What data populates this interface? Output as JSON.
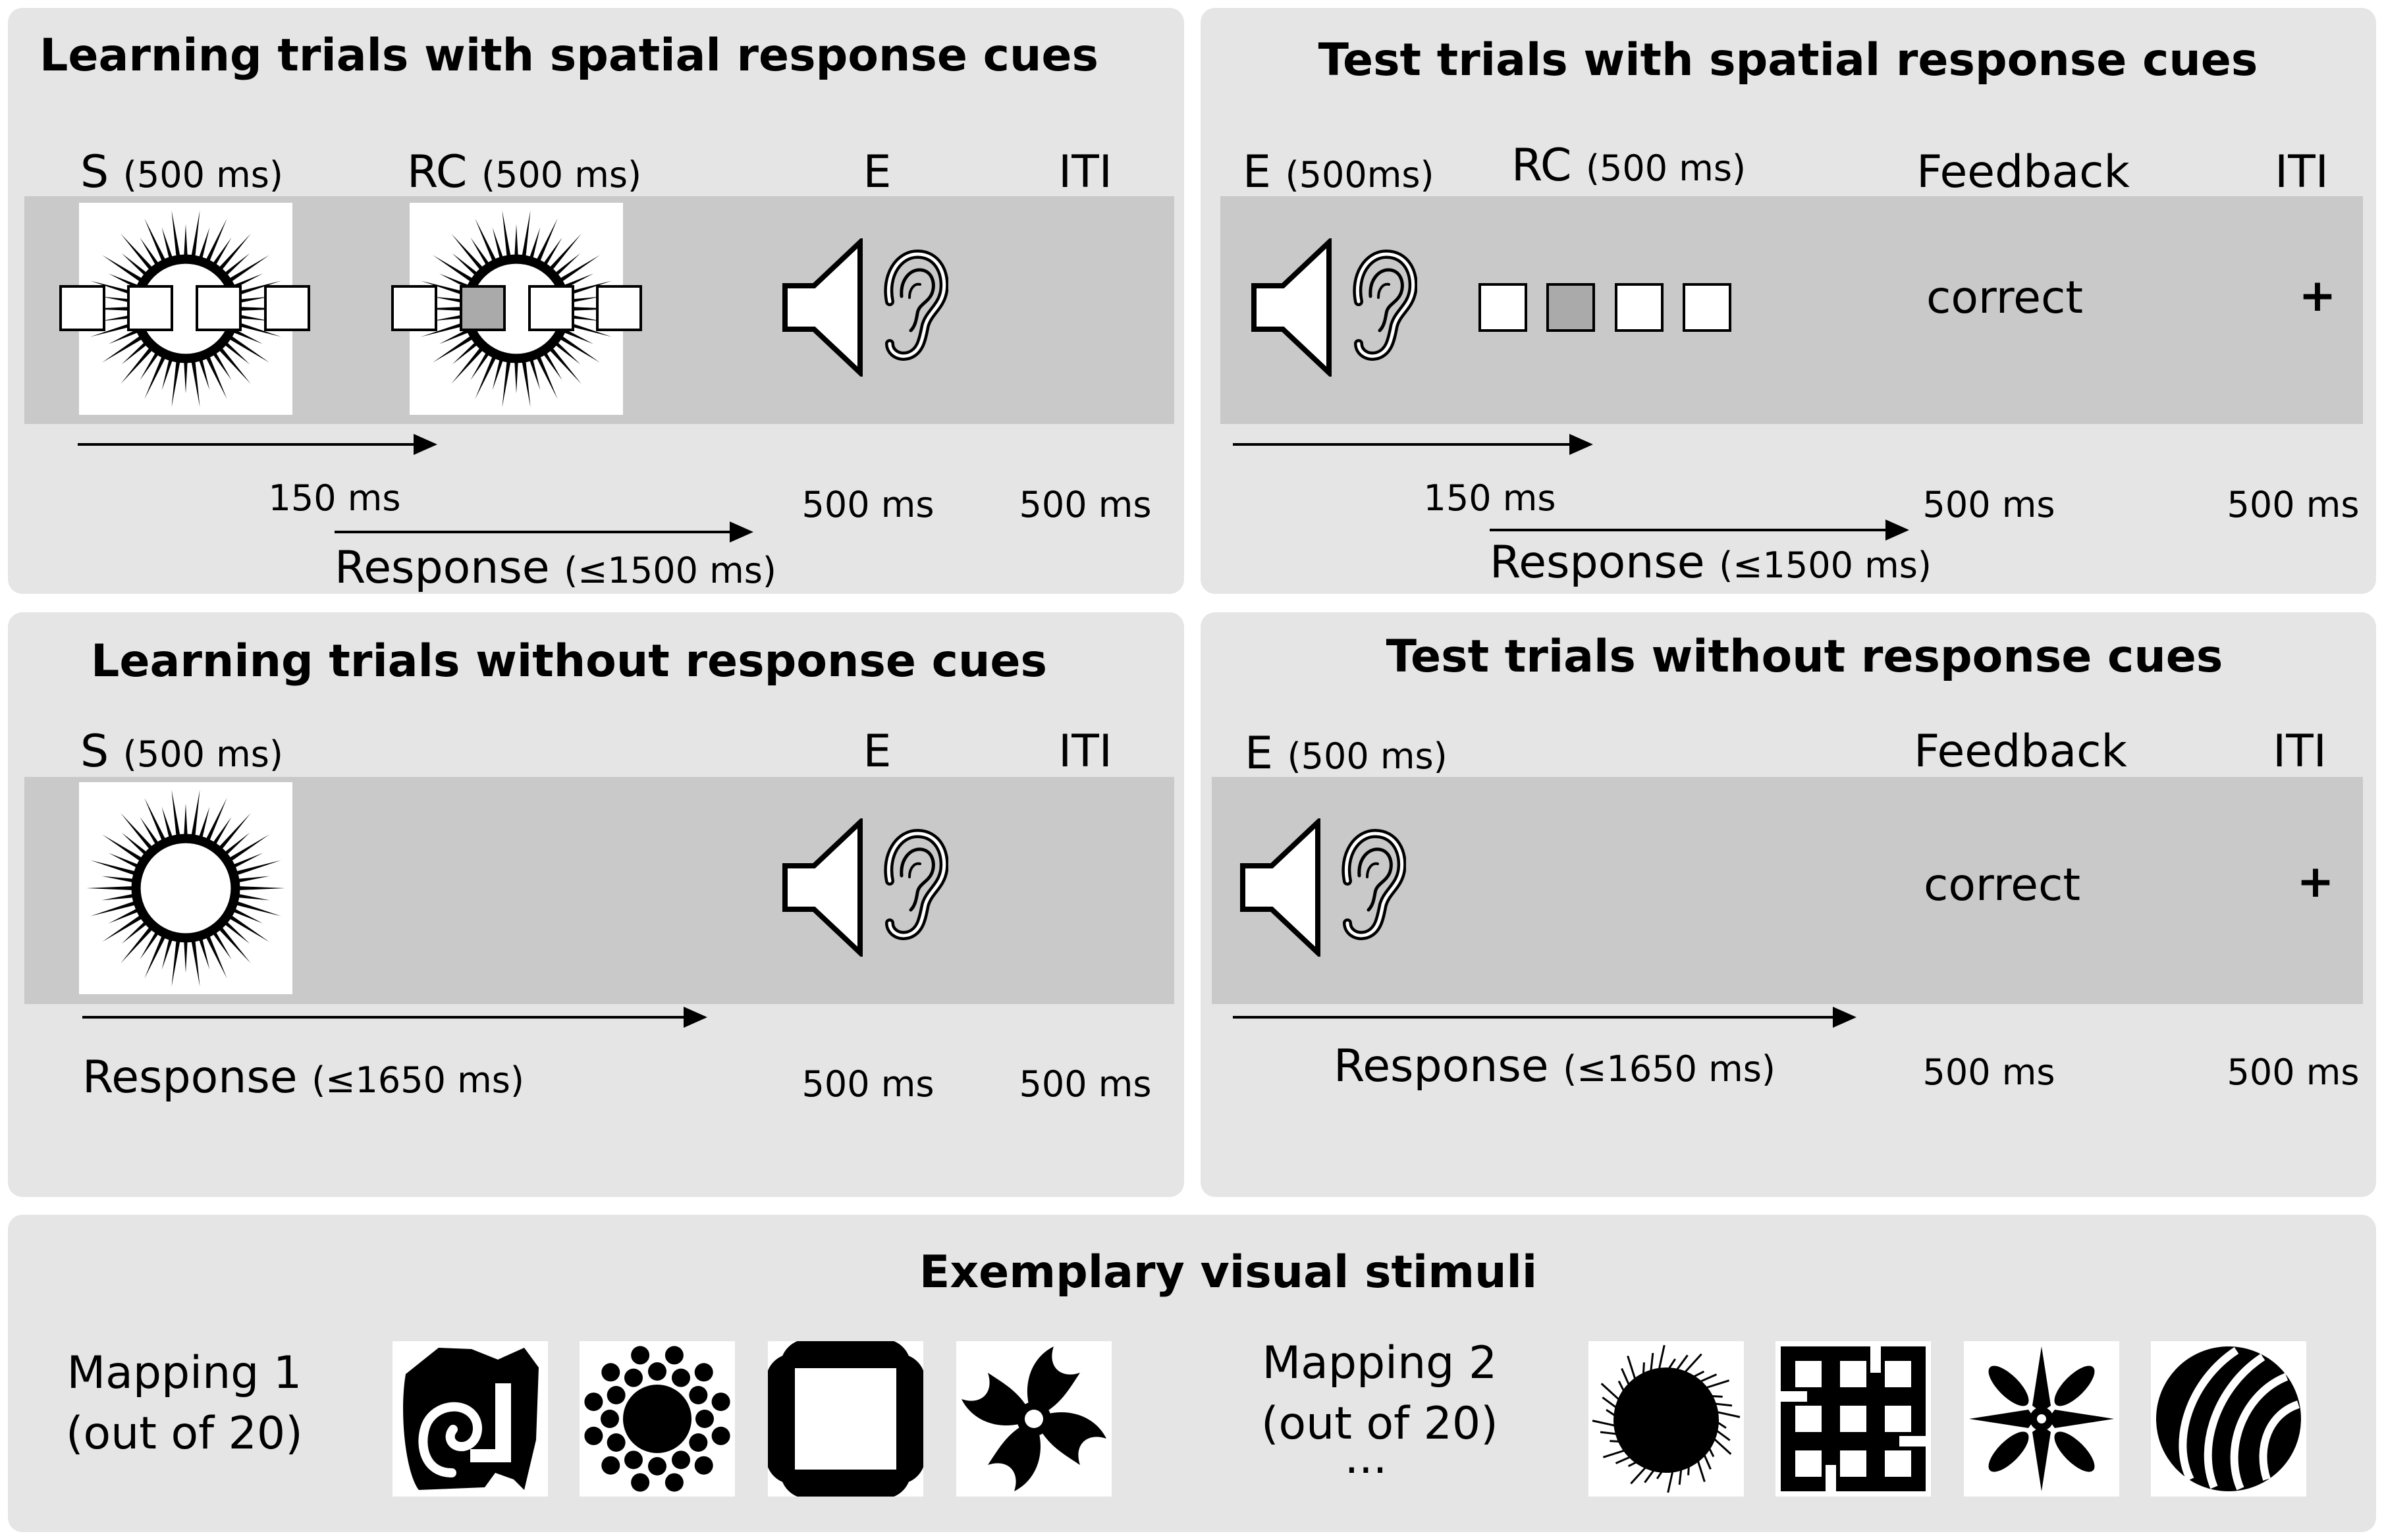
{
  "panels": {
    "learn_cue": {
      "title": "Learning trials with spatial response cues",
      "s_label": "S",
      "s_dur": "(500 ms)",
      "rc_label": "RC",
      "rc_dur": "(500 ms)",
      "e_label": "E",
      "iti_label": "ITI",
      "soa": "150 ms",
      "response_label": "Response",
      "response_dur": "(≤1500 ms)",
      "e_time": "500 ms",
      "iti_time": "500 ms"
    },
    "test_cue": {
      "title": "Test trials with spatial response cues",
      "e_label": "E",
      "e_dur": "(500ms)",
      "rc_label": "RC",
      "rc_dur": "(500 ms)",
      "feedback_label": "Feedback",
      "iti_label": "ITI",
      "feedback_text": "correct",
      "iti_symbol": "+",
      "soa": "150 ms",
      "response_label": "Response",
      "response_dur": "(≤1500 ms)",
      "fb_time": "500 ms",
      "iti_time": "500 ms"
    },
    "learn_nocue": {
      "title": "Learning trials without response cues",
      "s_label": "S",
      "s_dur": "(500 ms)",
      "e_label": "E",
      "iti_label": "ITI",
      "response_label": "Response",
      "response_dur": "(≤1650 ms)",
      "e_time": "500 ms",
      "iti_time": "500 ms"
    },
    "test_nocue": {
      "title": "Test trials without response cues",
      "e_label": "E",
      "e_dur": "(500 ms)",
      "feedback_label": "Feedback",
      "iti_label": "ITI",
      "feedback_text": "correct",
      "iti_symbol": "+",
      "response_label": "Response",
      "response_dur": "(≤1650 ms)",
      "fb_time": "500 ms",
      "iti_time": "500 ms"
    },
    "stimuli": {
      "title": "Exemplary  visual stimuli",
      "mapping1_line1": "Mapping 1",
      "mapping1_line2": "(out of 20)",
      "mapping2_line1": "Mapping 2",
      "mapping2_line2": "(out of 20)",
      "ellipsis": "..."
    }
  },
  "icons": {
    "stimulus": "sunburst-stimulus-icon",
    "speaker": "speaker-icon",
    "ear": "ear-icon"
  },
  "colors": {
    "panel": "#e5e5e5",
    "band": "#c9c9c9",
    "cue_active": "#aaaaaa"
  }
}
